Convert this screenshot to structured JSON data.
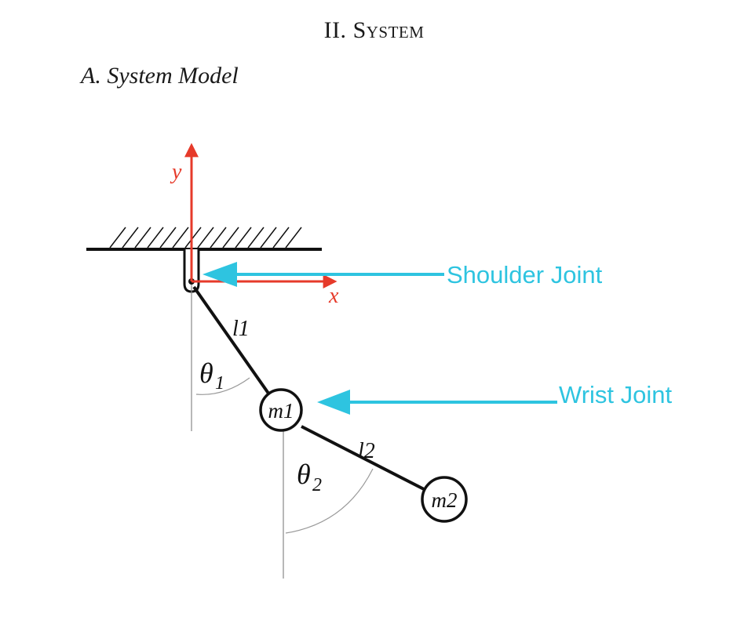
{
  "section": {
    "number": "II.",
    "title": "System"
  },
  "subsection": {
    "title": "A. System Model"
  },
  "figure": {
    "axis_x_label": "x",
    "axis_y_label": "y",
    "link1_label": "l1",
    "link2_label": "l2",
    "mass1_label": "m1",
    "mass2_label": "m2",
    "theta1_symbol": "θ",
    "theta1_subscript": "1",
    "theta2_symbol": "θ",
    "theta2_subscript": "2",
    "shoulder_label": "Shoulder Joint",
    "wrist_label": "Wrist Joint",
    "colors": {
      "axis": "#e63a2a",
      "callout": "#2ec4e0",
      "ink": "#111111",
      "guide": "#888888"
    }
  }
}
